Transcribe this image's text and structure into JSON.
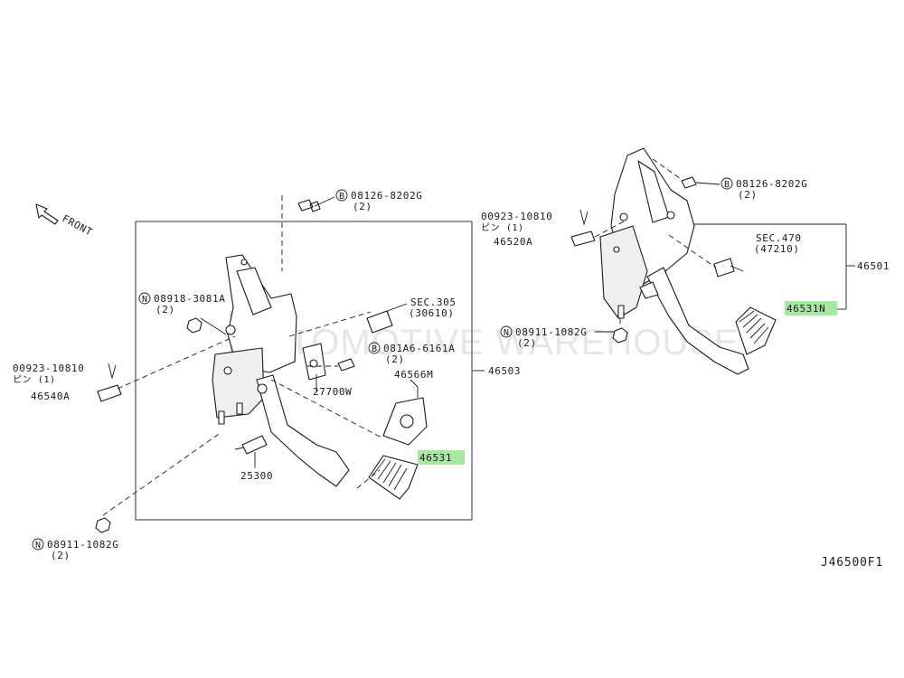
{
  "diagram_id": "J46500F1",
  "front_label": "FRONT",
  "watermark": "AUTOMOTIVE WAREHOUSE",
  "parts": {
    "bolt_left": {
      "symbol": "B",
      "part": "08126-8202G",
      "qty": "(2)"
    },
    "nut_left": {
      "symbol": "N",
      "part": "08918-3081A",
      "qty": "(2)"
    },
    "pin_left_part": "00923-10810",
    "pin_left_sub": "ピン (1)",
    "clevis_left": "46540A",
    "sec305": {
      "sec": "SEC.305",
      "ref": "(30610)"
    },
    "bolt_081a6": {
      "symbol": "B",
      "part": "081A6-6161A",
      "qty": "(2)"
    },
    "switch_27700": "27700W",
    "bracket_46566": "46566M",
    "assy_46503": "46503",
    "pad_left": "46531",
    "switch_25300": "25300",
    "nut_bottom": {
      "symbol": "N",
      "part": "08911-1082G",
      "qty": "(2)"
    },
    "bolt_right": {
      "symbol": "B",
      "part": "08126-8202G",
      "qty": "(2)"
    },
    "pin_right_part": "00923-10810",
    "pin_right_sub": "ピン (1)",
    "clevis_right": "46520A",
    "sec470": {
      "sec": "SEC.470",
      "ref": "(47210)"
    },
    "assy_46501": "46501",
    "pad_right": "46531N",
    "nut_right": {
      "symbol": "N",
      "part": "08911-1082G",
      "qty": "(2)"
    }
  }
}
